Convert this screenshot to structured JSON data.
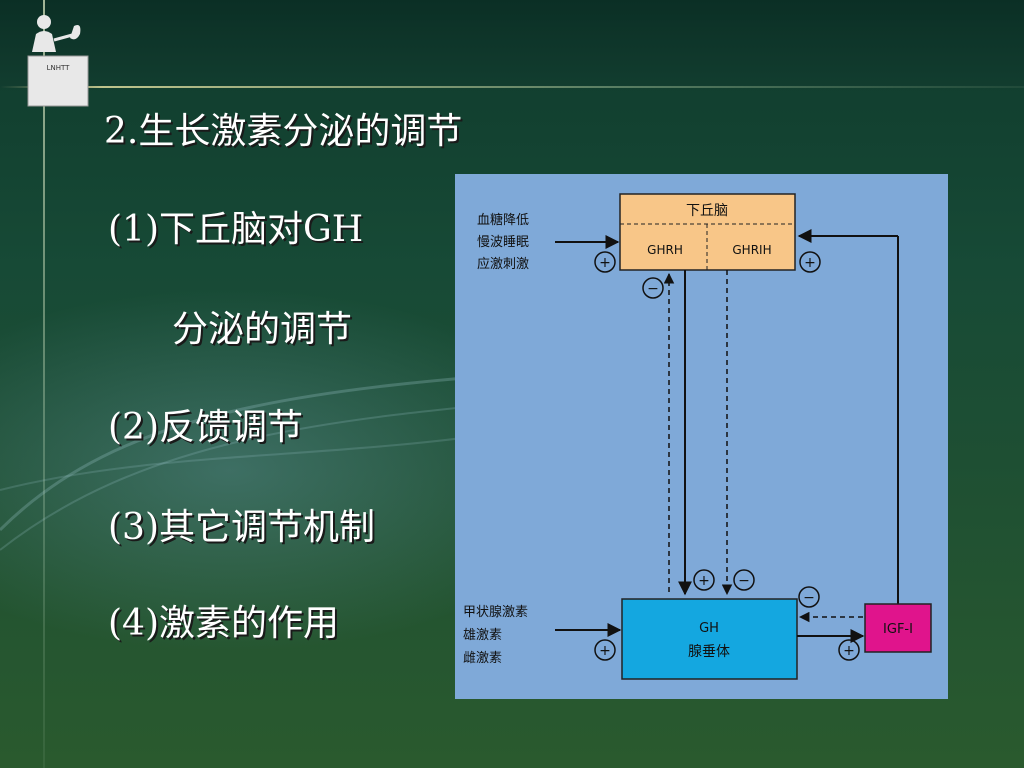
{
  "slide": {
    "logo_text": "LNHTT",
    "title": "2.生长激素分泌的调节",
    "bullets": [
      "(1)下丘脑对GH",
      "分泌的调节",
      "(2)反馈调节",
      "(3)其它调节机制",
      "(4)激素的作用"
    ]
  },
  "diagram": {
    "hypothalamus": "下丘脑",
    "ghrh": "GHRH",
    "ghrih": "GHRIH",
    "top_inputs": [
      "血糖降低",
      "慢波睡眠",
      "应激刺激"
    ],
    "bottom_inputs": [
      "甲状腺激素",
      "雄激素",
      "雌激素"
    ],
    "pituitary_line1": "GH",
    "pituitary_line2": "腺垂体",
    "igf": "IGF-Ⅰ",
    "plus": "+",
    "minus": "−",
    "colors": {
      "panel": "#7fa9d8",
      "hypothalamus": "#f8c688",
      "pituitary": "#14a7e0",
      "igf": "#e0148c"
    }
  }
}
